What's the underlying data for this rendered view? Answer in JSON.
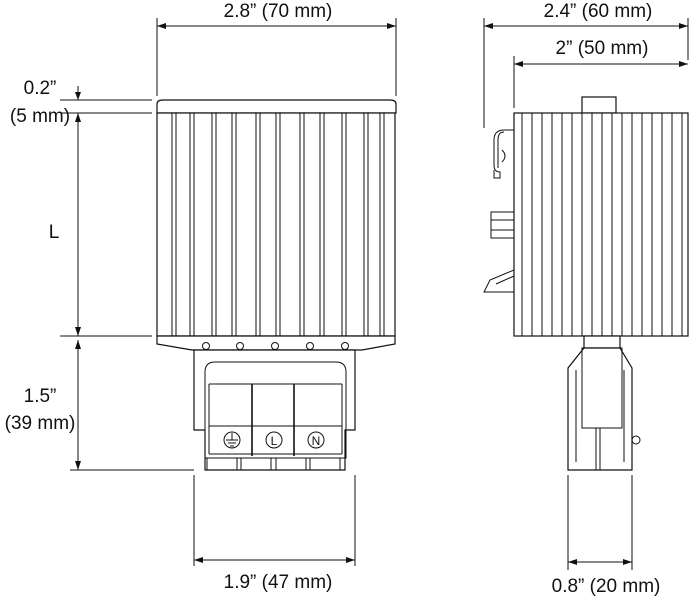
{
  "front_view": {
    "width_label": "2.8” (70 mm)",
    "cap_label_line1": "0.2”",
    "cap_label_line2": "(5 mm)",
    "length_label": "L",
    "terminal_height_line1": "1.5”",
    "terminal_height_line2": "(39 mm)",
    "terminal_width_label": "1.9” (47 mm)",
    "terminals": [
      {
        "name": "ground",
        "symbol": "⏚"
      },
      {
        "name": "line",
        "symbol": "L"
      },
      {
        "name": "neutral",
        "symbol": "N"
      }
    ]
  },
  "side_view": {
    "overall_width_label": "2.4” (60 mm)",
    "body_width_label": "2” (50 mm)",
    "connector_width_label": "0.8” (20 mm)"
  },
  "colors": {
    "line": "#111111",
    "background": "#ffffff"
  }
}
